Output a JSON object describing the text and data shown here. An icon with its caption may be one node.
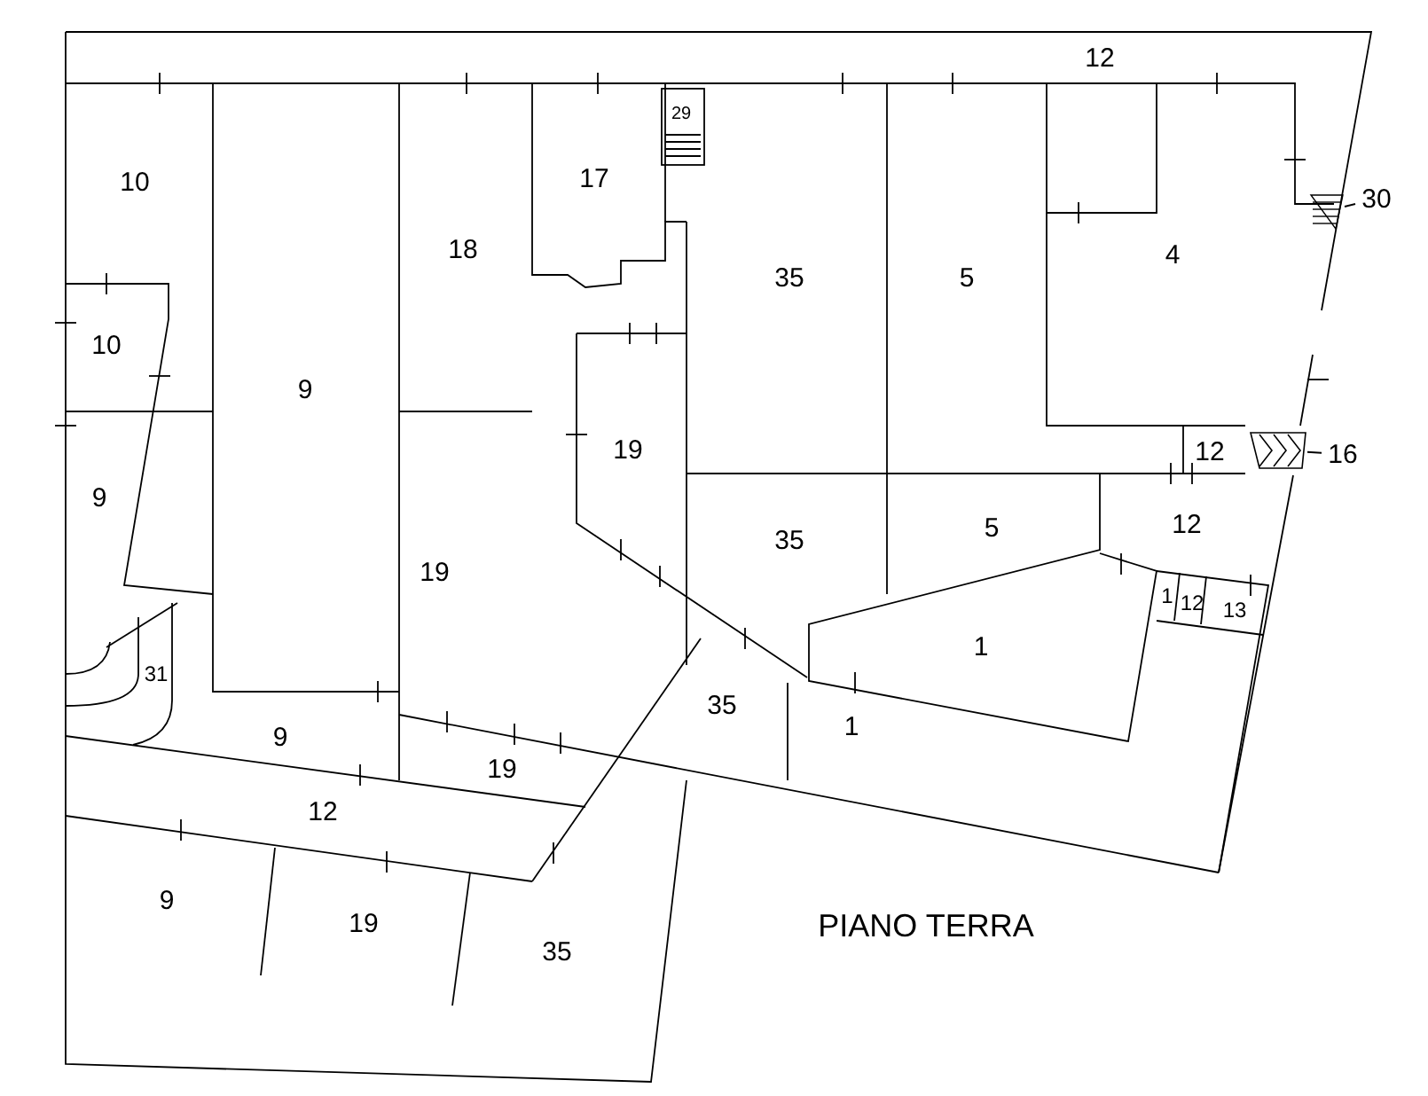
{
  "diagram": {
    "nodes": [
      {
        "text": [
          "30"
        ]
      },
      {
        "text": [],
        "shape": "picture"
      },
      {
        "text": [
          "16"
        ]
      },
      {
        "text": [],
        "shape": "picture"
      }
    ],
    "edges": [
      {
        "from": 0,
        "to": 1,
        "arrow": "none"
      },
      {
        "from": 2,
        "to": 3,
        "arrow": "none"
      }
    ],
    "labels": [
      "12",
      "29",
      "10",
      "17",
      "18",
      "35",
      "5",
      "4",
      "10",
      "9",
      "19",
      "12",
      "9",
      "12",
      "19",
      "35",
      "5",
      "1",
      "12",
      "13",
      "1",
      "31",
      "35",
      "9",
      "1",
      "19",
      "12",
      "PIANO TERRA",
      "9",
      "19",
      "35"
    ]
  }
}
